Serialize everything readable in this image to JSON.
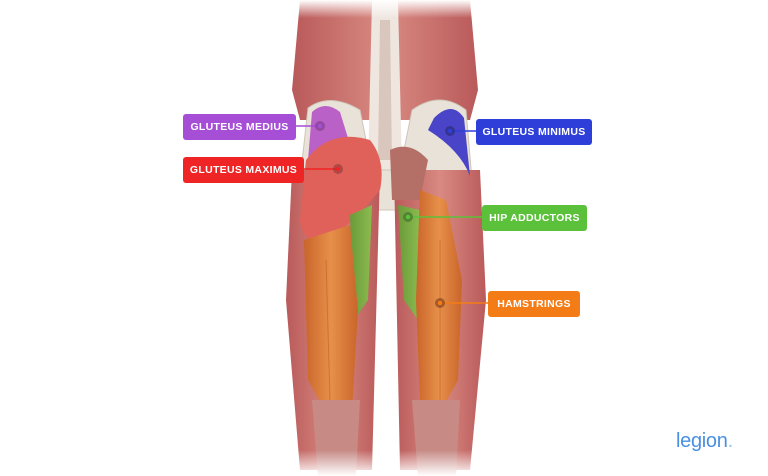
{
  "diagram": {
    "subject": "Posterior view of hip and thigh muscles",
    "labels": [
      {
        "id": "gluteus-medius",
        "text": "GLUTEUS MEDIUS",
        "color": "#a64fd6"
      },
      {
        "id": "gluteus-maximus",
        "text": "GLUTEUS MAXIMUS",
        "color": "#ef2424"
      },
      {
        "id": "gluteus-minimus",
        "text": "GLUTEUS MINIMUS",
        "color": "#2e3fd9"
      },
      {
        "id": "hip-adductors",
        "text": "HIP ADDUCTORS",
        "color": "#5bc13a"
      },
      {
        "id": "hamstrings",
        "text": "HAMSTRINGS",
        "color": "#f47c16"
      }
    ]
  },
  "brand": {
    "logo_text": "legion",
    "logo_dot": ".",
    "color": "#4a90e2"
  }
}
